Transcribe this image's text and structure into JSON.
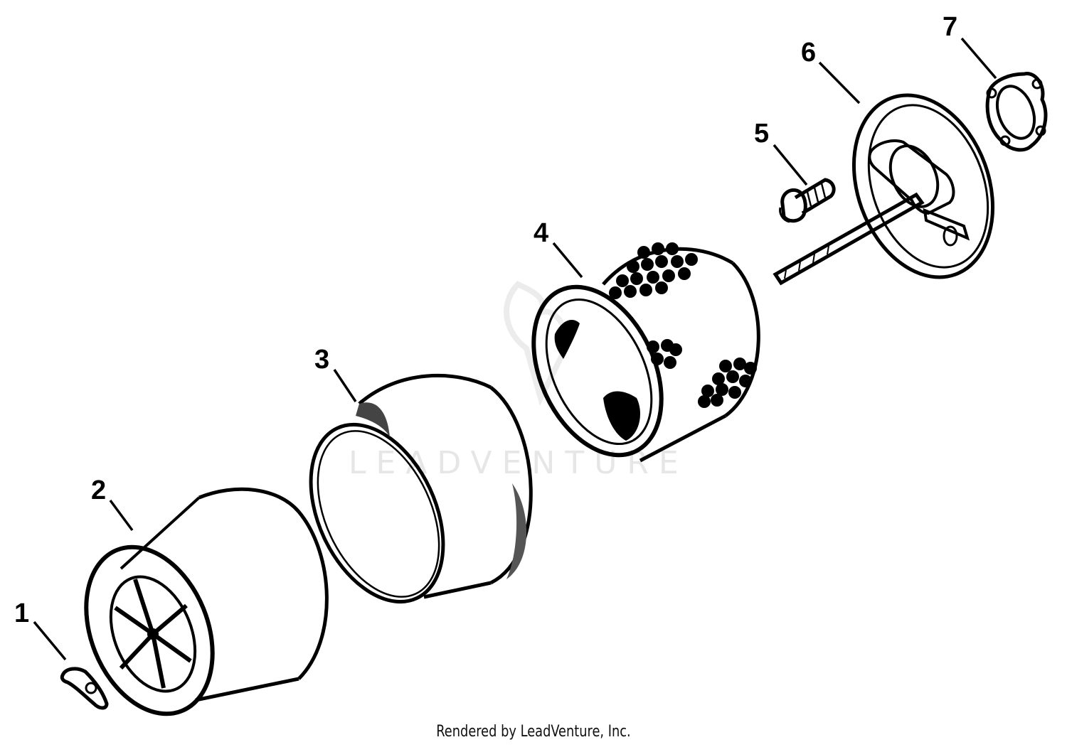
{
  "callouts": [
    "1",
    "2",
    "3",
    "4",
    "5",
    "6",
    "7"
  ],
  "watermark": {
    "text": "LEADVENTURE"
  },
  "footer": {
    "credit": "Rendered by LeadVenture, Inc."
  },
  "colors": {
    "ink": "#000000",
    "paper": "#ffffff",
    "watermark": "#e6e6e6"
  }
}
